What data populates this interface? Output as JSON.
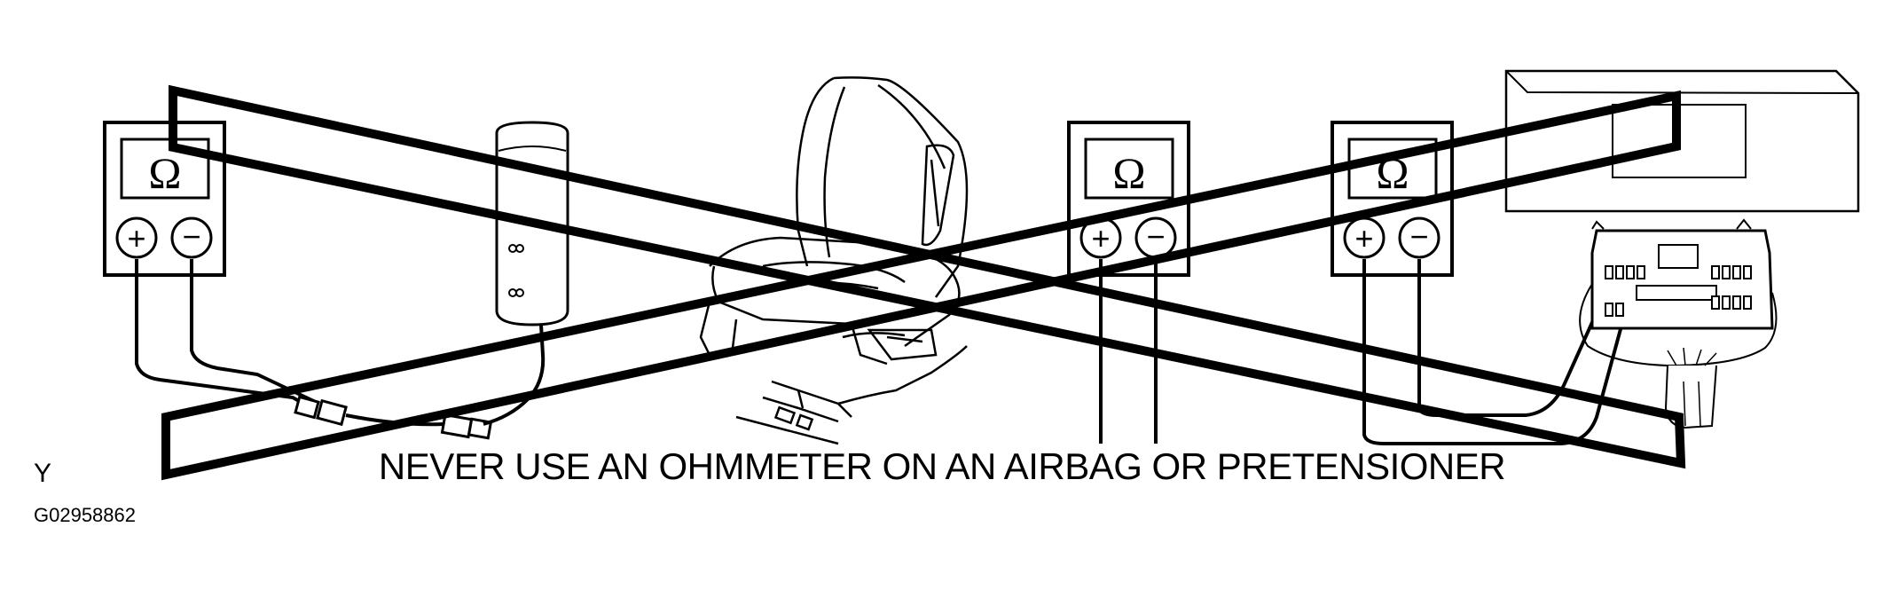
{
  "diagram": {
    "caption": "NEVER USE AN OHMMETER ON AN AIRBAG OR PRETENSIONER",
    "region_code": "Y",
    "figure_id": "G02958862",
    "meter_symbol": "Ω",
    "plus_symbol": "+",
    "minus_symbol": "−",
    "icons": {
      "meter": "ohmmeter-icon",
      "airbag": "side-airbag-module-icon",
      "seat": "vehicle-seat-icon",
      "ecu": "airbag-sensor-assembly-icon",
      "prohibited": "prohibition-cross-icon"
    },
    "colors": {
      "ink": "#000000",
      "background": "#ffffff"
    }
  }
}
